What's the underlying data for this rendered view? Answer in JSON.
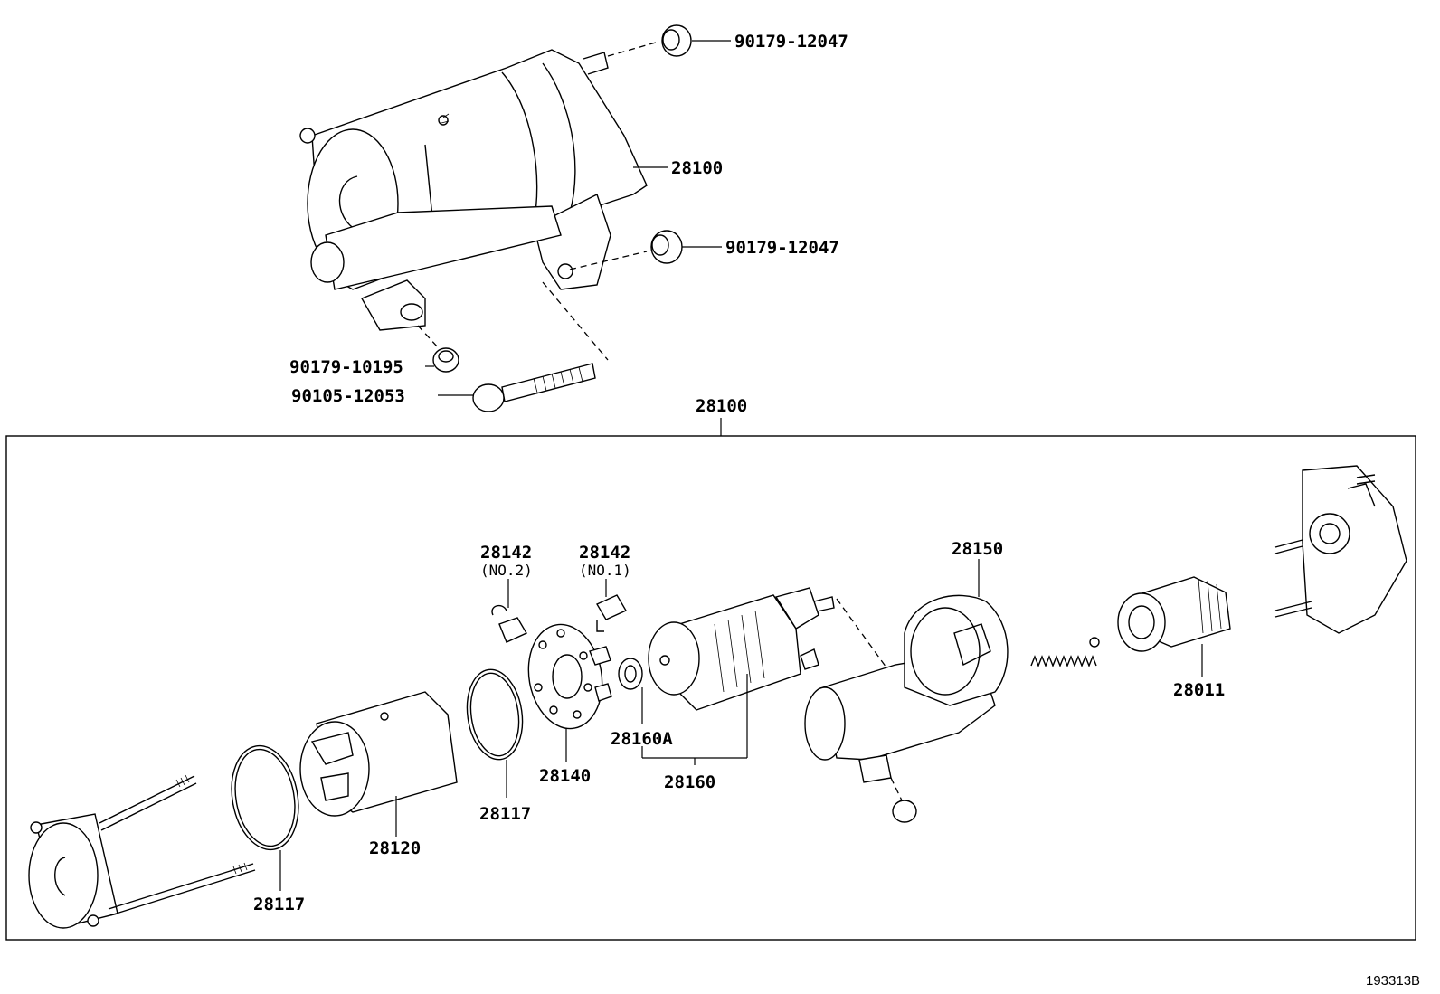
{
  "callouts": {
    "nut_top": "90179-12047",
    "starter_assy": "28100",
    "nut_mid": "90179-12047",
    "nut_terminal": "90179-10195",
    "bolt": "90105-12053",
    "box_title": "28100",
    "brush_no2_num": "28142",
    "brush_no2_sub": "(NO.2)",
    "brush_no1_num": "28142",
    "brush_no1_sub": "(NO.1)",
    "housing": "28150",
    "clutch": "28011",
    "bearing": "28160A",
    "brush_holder": "28140",
    "armature": "28160",
    "oring_mid": "28117",
    "yoke": "28120",
    "oring_left": "28117"
  },
  "figure_code": "193313B"
}
